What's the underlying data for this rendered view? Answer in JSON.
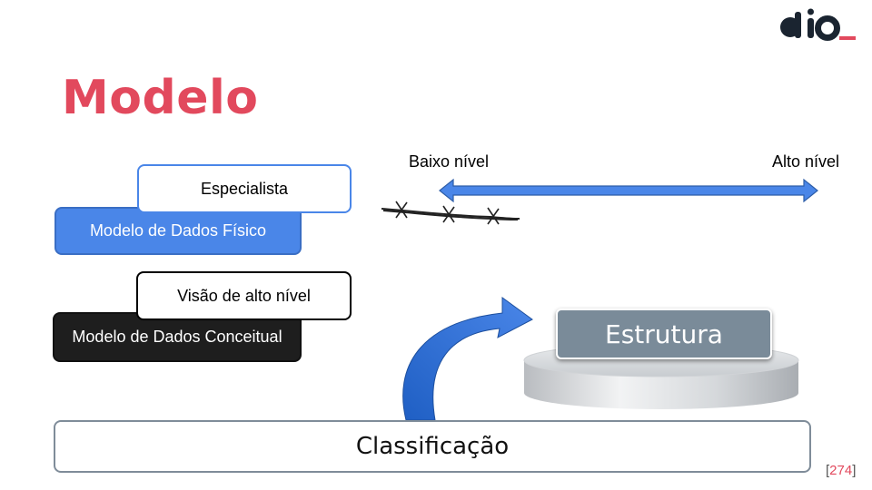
{
  "slide": {
    "title": "Modelo",
    "logo": {
      "text": "dio",
      "accent_color": "#e2495d",
      "color": "#1a2430"
    },
    "level_axis": {
      "low_label": "Baixo nível",
      "high_label": "Alto nível",
      "arrow_color": "#4a86e8"
    },
    "physical_model": {
      "specialist_label": "Especialista",
      "model_label": "Modelo de Dados Físico"
    },
    "conceptual_model": {
      "view_label": "Visão de alto nível",
      "model_label": "Modelo de Dados Conceitual"
    },
    "structure_label": "Estrutura",
    "classification_label": "Classificação",
    "page_number": "274",
    "page_number_open": "[",
    "page_number_close": "]",
    "colors": {
      "title": "#e2495d",
      "physical_box": "#4a86e8",
      "conceptual_box": "#1e1e1e",
      "structure_box": "#7a8b99"
    }
  }
}
